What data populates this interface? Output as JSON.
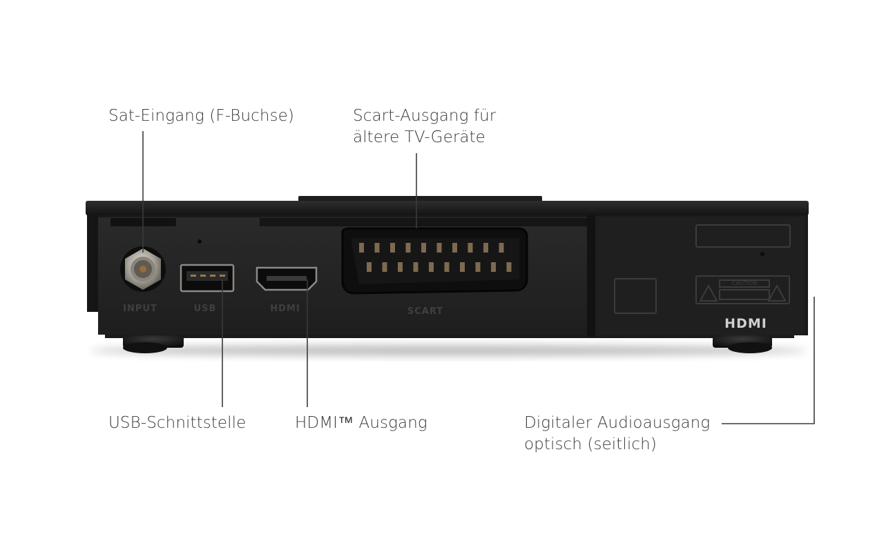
{
  "callouts": {
    "sat_input": {
      "line1": "Sat-Eingang (F-Buchse)"
    },
    "scart_output": {
      "line1": "Scart-Ausgang für",
      "line2": "ältere TV-Geräte"
    },
    "usb": {
      "line1": "USB-Schnittstelle"
    },
    "hdmi_output": {
      "line1": "HDMI™ Ausgang"
    },
    "optical_audio": {
      "line1": "Digitaler Audioausgang",
      "line2": "optisch (seitlich)"
    }
  },
  "device_labels": {
    "input": "INPUT",
    "usb": "USB",
    "hdmi": "HDMI",
    "scart": "SCART",
    "hdmi_logo": "HDMI",
    "caution": "CAUTION"
  },
  "colors": {
    "body": "#1b1b1b",
    "panel": "#252525",
    "leader_line": "#3a3a3a",
    "port_metal": "#b9b5ae",
    "engraving": "#4a4a4a"
  }
}
